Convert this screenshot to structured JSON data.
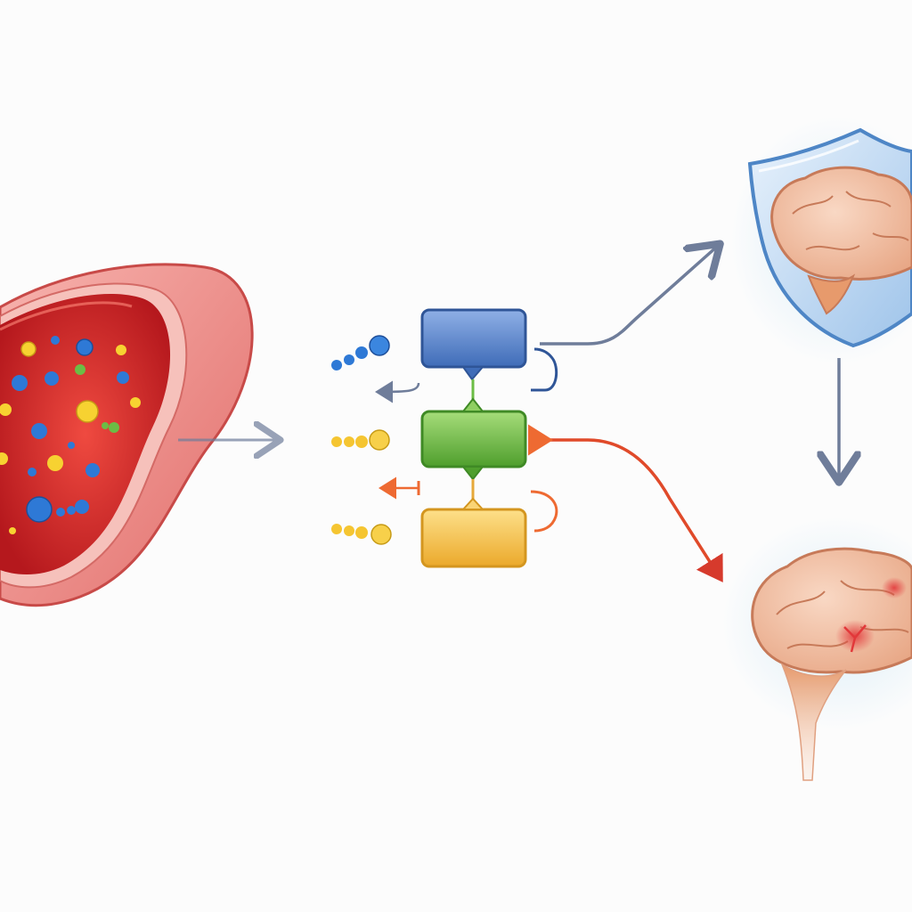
{
  "diagram": {
    "text_labels": [],
    "colors": {
      "background": "#fcfcfc",
      "vessel_wall": "#f08a86",
      "vessel_lumen": "#d8272a",
      "module_blue": "#5b86cc",
      "module_green": "#6cbd45",
      "module_yellow": "#f5c04a",
      "arrow_gray": "#6f7d9a",
      "arrow_orange": "#ee6a32",
      "arrow_red": "#d63a2c",
      "shield_blue": "#6aa0d8",
      "brain_pink": "#f3c2a6",
      "brain_lesion": "#e2383a"
    },
    "elements": [
      {
        "name": "blood-vessel",
        "icon": "vessel-cross-section-icon"
      },
      {
        "name": "circulating-particles",
        "icon": "particle-icon"
      },
      {
        "name": "ligand-blue",
        "icon": "molecule-chain-icon"
      },
      {
        "name": "ligand-yellow-1",
        "icon": "molecule-chain-icon"
      },
      {
        "name": "ligand-yellow-2",
        "icon": "molecule-chain-icon"
      },
      {
        "name": "module-blue",
        "icon": "rounded-box-icon"
      },
      {
        "name": "module-green",
        "icon": "rounded-box-icon"
      },
      {
        "name": "module-yellow",
        "icon": "rounded-box-icon"
      },
      {
        "name": "protected-brain",
        "icon": "shield-brain-icon"
      },
      {
        "name": "damaged-brain",
        "icon": "brain-lesion-icon"
      }
    ]
  }
}
